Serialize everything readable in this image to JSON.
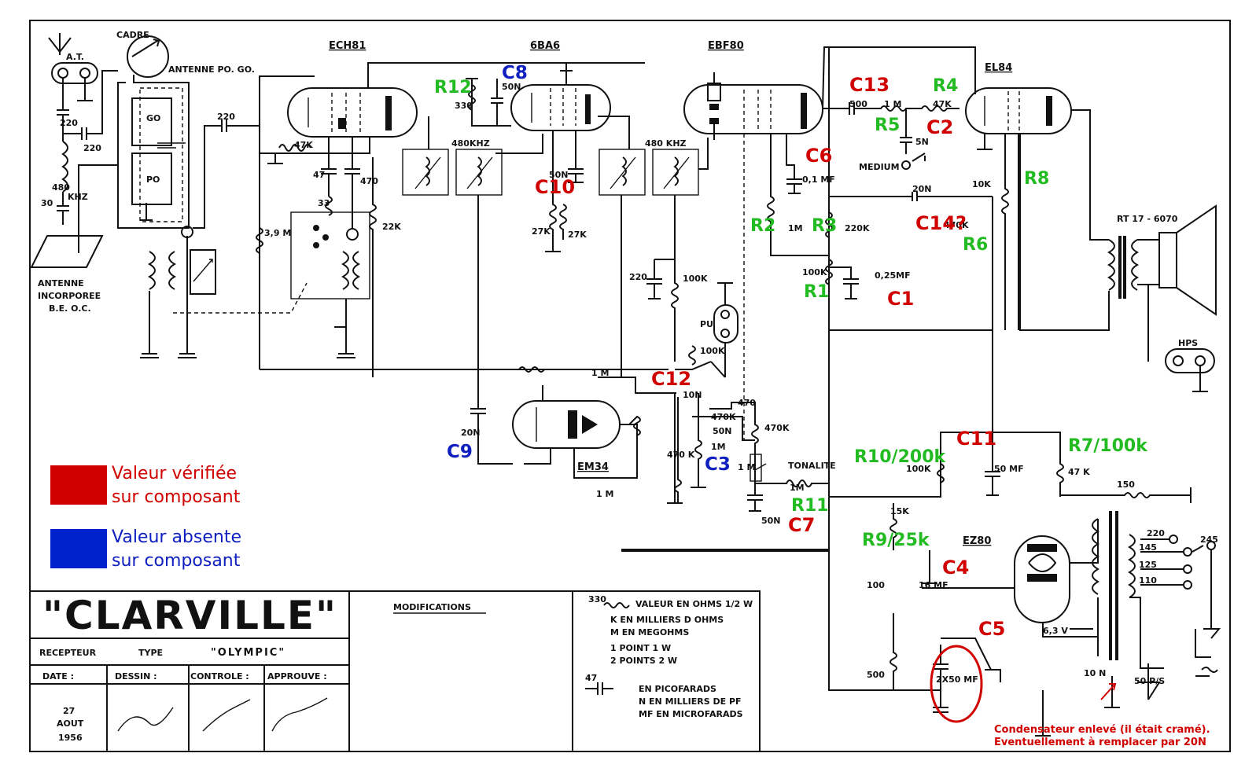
{
  "tubes": {
    "ech81": "ECH81",
    "ba6": "6BA6",
    "ebf80": "EBF80",
    "el84": "EL84",
    "em34": "EM34",
    "ez80": "EZ80"
  },
  "top_labels": {
    "cadre": "CADRE",
    "antenne_po_go": "ANTENNE PO. GO.",
    "at": "A.T.",
    "go": "GO",
    "po": "PO",
    "antenne_incorporee": [
      "ANTENNE",
      "INCORPOREE",
      "B.E.  O.C."
    ],
    "khz480_left": "480",
    "khz_left": "KHZ",
    "if480_1": "480KHZ",
    "if480_2": "480 KHZ",
    "medium": "MEDIUM",
    "pu": "PU",
    "tonalite": "TONALITE",
    "rt": "RT 17 - 6070",
    "hps": "HPS",
    "v63": "6,3 V",
    "p50": "50 P/S",
    "secondary": [
      "220",
      "145",
      "125",
      "110",
      "245"
    ]
  },
  "component_values": {
    "c220a": "220",
    "c220b": "220",
    "c220c": "220",
    "c30": "30",
    "r47k": "47K",
    "c47": "47",
    "r33": "33",
    "c470": "470",
    "r22k": "22K",
    "r3_9m": "3,9 M",
    "r330": "330",
    "c50n_a": "50N",
    "c50n_b": "50N",
    "r27ka": "27K",
    "r27kb": "27K",
    "c01mf": "0,1 MF",
    "c500": "500",
    "r1m_a": "1 M",
    "r47k_b": "47K",
    "c5n": "5N",
    "r10k": "10K",
    "c20n_a": "20N",
    "r470k_a": "470K",
    "r1m_b": "1M",
    "r220k": "220K",
    "r100k_a": "100K",
    "c025mf": "0,25MF",
    "c220d": "220",
    "r100k_b": "100K",
    "r100k_c": "100K",
    "r1m_c": "1 M",
    "c20n_b": "20N",
    "r1m_d": "1 M",
    "c10n": "10N",
    "c470b": "470",
    "r470k_b": "470K",
    "c50n_c": "50N",
    "r1m_e": "1M",
    "r470k_c": "470 K",
    "r470k_d": "470K",
    "r1m_f": "1 M",
    "r1m_g": "1M",
    "c50n_d": "50N",
    "r100k_d": "100K",
    "c50mf": "50  MF",
    "r47k_c": "47 K",
    "r150": "150",
    "r15k": "15K",
    "r100": "100",
    "c16mf": "16 MF",
    "r500": "500",
    "c2x50mf": "2X50 MF",
    "c10n_b": "10 N"
  },
  "red_labels": [
    "C13",
    "C2",
    "C6",
    "C10",
    "C1",
    "C12",
    "C11",
    "C7",
    "C4",
    "C5",
    "C14?"
  ],
  "green_labels": [
    "R12",
    "R4",
    "R5",
    "R8",
    "R2",
    "R3",
    "R6",
    "R1",
    "R10/200k",
    "R7/100k",
    "R11",
    "R9/25k"
  ],
  "blue_labels": [
    "C8",
    "C9",
    "C3"
  ],
  "legend": {
    "red_color": "#d00000",
    "blue_color": "#0022cc",
    "red_text": [
      "Valeur vérifiée",
      "sur composant"
    ],
    "blue_text": [
      "Valeur absente",
      "sur composant"
    ]
  },
  "note": [
    "Condensateur enlevé (il était cramé).",
    "Eventuellement à remplacer par 20N"
  ],
  "cartouche": {
    "title": "\"CLARVILLE\"",
    "recepteur": "RECEPTEUR",
    "type": "TYPE",
    "model": "\"OLYMPIC\"",
    "date_label": "DATE :",
    "dessin_label": "DESSIN :",
    "controle_label": "CONTROLE :",
    "approuve_label": "APPROUVE :",
    "date_value": [
      "27",
      "AOUT",
      "1956"
    ],
    "modifications": "MODIFICATIONS",
    "units": [
      "VALEUR EN OHMS 1/2 W",
      "K  EN MILLIERS D OHMS",
      "M  EN MEGOHMS",
      "1 POINT      1  W",
      "2 POINTS     2  W",
      "EN PICOFARADS",
      "N EN MILLIERS DE PF",
      "MF EN  MICROFARADS"
    ],
    "units_r": "330",
    "units_c": "47"
  }
}
